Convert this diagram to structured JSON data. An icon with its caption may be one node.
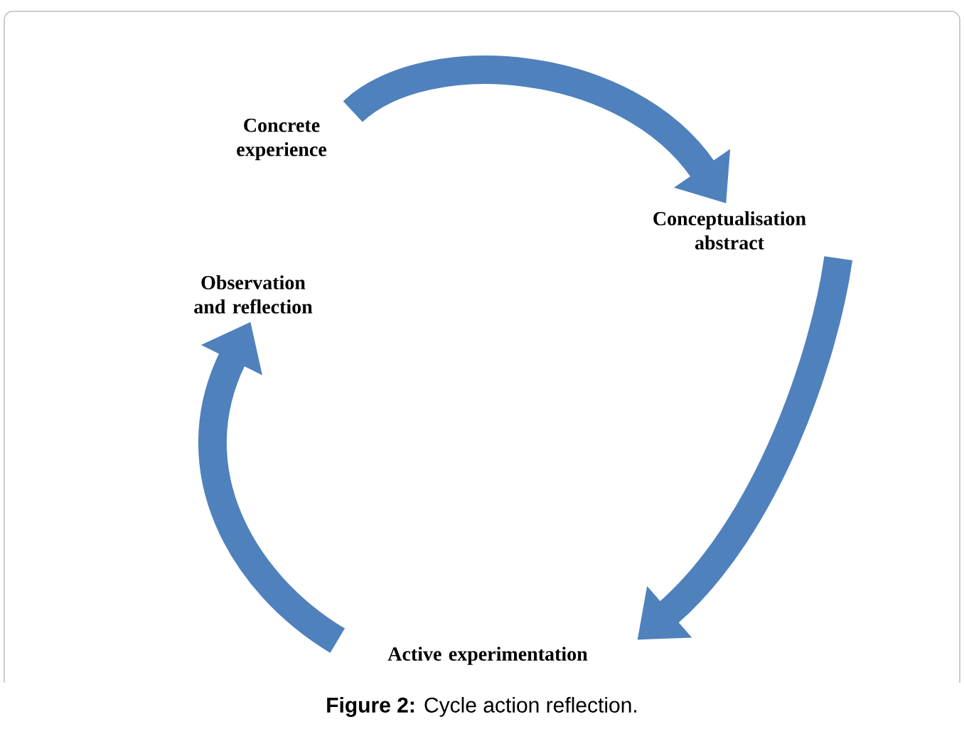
{
  "diagram": {
    "caption": "**Figure 2:** Cycle action reflection.",
    "nodes": [
      {
        "text": [
          "Concrete experience"
        ]
      },
      {
        "text": [
          "Conceptualisation abstract"
        ]
      },
      {
        "text": [
          "Active experimentation"
        ]
      },
      {
        "text": [
          "Observation and reflection"
        ]
      }
    ],
    "edges": [
      {
        "from": 0,
        "to": 1,
        "arrow": "to"
      },
      {
        "from": 1,
        "to": 2,
        "arrow": "to"
      },
      {
        "from": 2,
        "to": 3,
        "arrow": "to"
      }
    ]
  }
}
